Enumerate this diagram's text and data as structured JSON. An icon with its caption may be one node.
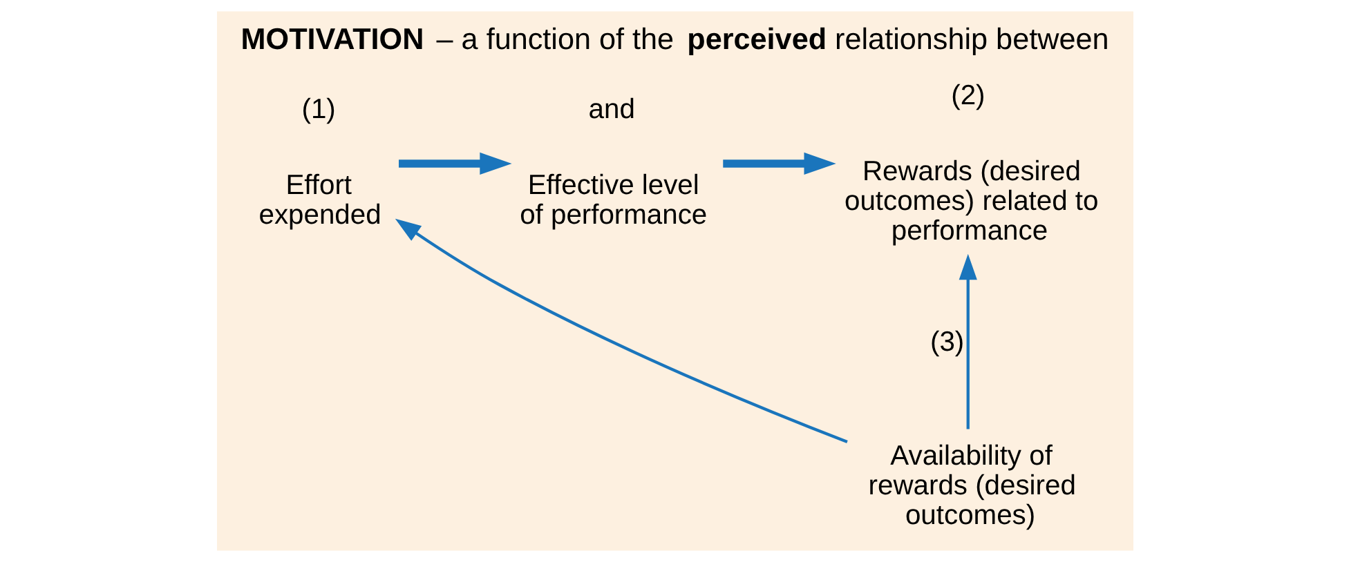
{
  "diagram": {
    "title": "**MOTIVATION** – a function of the **perceived** relationship between",
    "nodes": [
      {
        "text": [
          "Effort expended"
        ],
        "beside": [
          "(1)"
        ]
      },
      {
        "text": [
          "Effective level of performance"
        ],
        "beside": [
          "and"
        ]
      },
      {
        "text": [
          "Rewards (desired outcomes) related to performance"
        ],
        "beside": [
          "(2)"
        ]
      },
      {
        "text": [
          "Availability of rewards (desired outcomes)"
        ]
      }
    ],
    "edges": [
      {
        "from": 0,
        "to": 1,
        "arrow": "to",
        "style": "thick"
      },
      {
        "from": 1,
        "to": 2,
        "arrow": "to",
        "style": "thick"
      },
      {
        "from": 3,
        "to": 2,
        "arrow": "to",
        "label": "(3)"
      },
      {
        "from": 3,
        "to": 0,
        "arrow": "to"
      }
    ]
  }
}
